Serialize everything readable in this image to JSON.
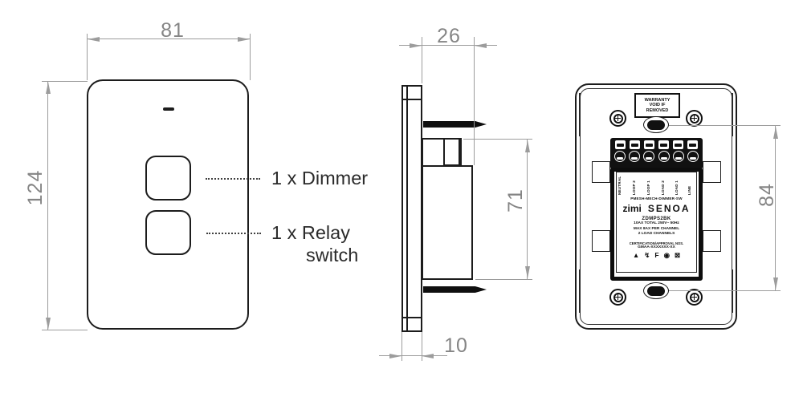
{
  "drawing": {
    "front_view": {
      "callout_dimmer": "1 x Dimmer",
      "callout_relay_line1": "1 x Relay",
      "callout_relay_line2": "switch",
      "dim_width": "81",
      "dim_height": "124"
    },
    "side_view": {
      "dim_depth": "26",
      "dim_body_height": "71",
      "dim_plate_depth": "10"
    },
    "back_view": {
      "warranty_line1": "WARRANTY",
      "warranty_line2": "VOID IF",
      "warranty_line3": "REMOVED",
      "dim_slot_spacing": "84",
      "label": {
        "terminals": [
          "NEUTRAL",
          "LOOP 2",
          "LOOP 1",
          "LOAD 2",
          "LOAD 1",
          "LINE"
        ],
        "product_line": "PMESH-MECH-DIMMER-SW",
        "brand": "zimi",
        "series": "SENOA",
        "model": "ZDMPS2BK",
        "spec1": "10AX TOTAL 250V~ 50Hz",
        "spec2": "MAX 8AX PER CHANNEL",
        "spec3": "2 LOAD CHANNELS",
        "cert_line": "CERTIFICATION/APPROVAL NOS.",
        "serial": "GMAA-XXXXXXX-XX",
        "cert_icons": [
          "▲",
          "↯",
          "F",
          "◉",
          "⊠"
        ]
      }
    },
    "colors": {
      "line": "#1c1c1c",
      "dimension": "#9c9c9c",
      "dimension_text": "#858585",
      "callout_text": "#2b2b2b"
    }
  }
}
